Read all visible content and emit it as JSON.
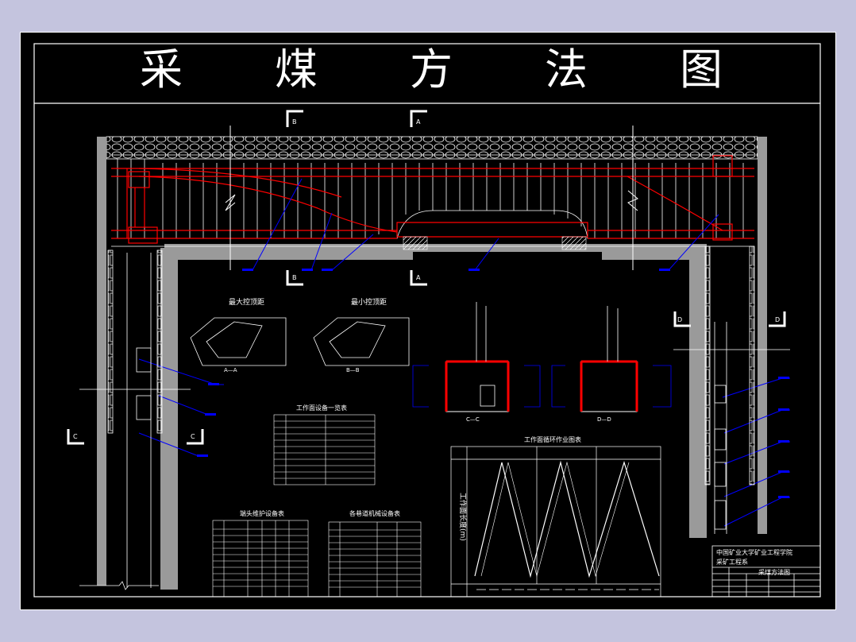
{
  "title_chars": [
    "采",
    "煤",
    "方",
    "法",
    "图"
  ],
  "colors": {
    "background": "#c4c4de",
    "canvas": "#000000",
    "line": "#ffffff",
    "support_red": "#ff0000",
    "dimension_blue": "#0000ff",
    "roadway_gray": "#9a9a9a"
  },
  "section_marks": {
    "B": "B",
    "A": "A",
    "C": "C",
    "D": "D"
  },
  "views": {
    "max_span_title": "最大控顶距",
    "min_span_title": "最小控顶距",
    "section_aa": "A—A",
    "section_bb": "B—B",
    "section_cc": "C—C",
    "section_dd": "D—D"
  },
  "tables": {
    "equipment_title": "工作面设备一览表",
    "support_title": "端头维护设备表",
    "transport_title": "各巷道机械设备表",
    "cycle_title": "工作面循环作业图表",
    "cycle_axis_label": "工作面长度(m)"
  },
  "title_block": {
    "line1": "中国矿业大学矿业工程学院",
    "line2": "采矿工程系",
    "drawing_name": "采煤方法图"
  }
}
